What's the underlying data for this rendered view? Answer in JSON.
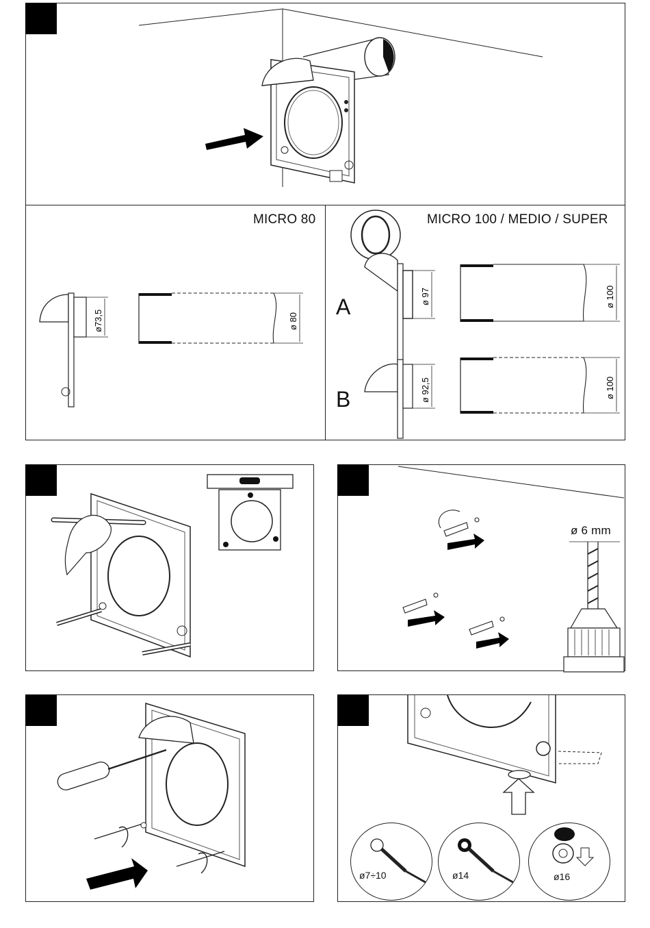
{
  "section_labels": {
    "micro80": "MICRO 80",
    "micro100": "MICRO 100 / MEDIO / SUPER",
    "variant_a": "A",
    "variant_b": "B"
  },
  "dimensions": {
    "micro80_spigot": "ø73,5",
    "micro80_duct": "ø 80",
    "a_spigot": "ø 97",
    "a_duct": "ø 100",
    "b_spigot": "ø 92,5",
    "b_duct": "ø 100",
    "drill": "ø 6 mm"
  },
  "cable_entry": {
    "small": "ø7÷10",
    "medium": "ø14",
    "large": "ø16"
  }
}
